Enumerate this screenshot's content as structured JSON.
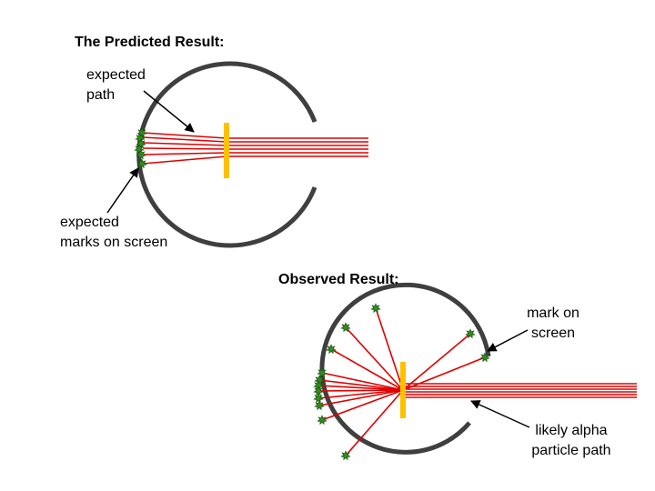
{
  "predicted": {
    "title": "The Predicted Result:",
    "expected_path": [
      "expected",
      "path"
    ],
    "expected_marks": [
      "expected",
      "marks on screen"
    ]
  },
  "observed": {
    "title": "Observed Result:",
    "mark_on_screen": [
      "mark on",
      "screen"
    ],
    "likely_path": [
      "likely alpha",
      "particle path"
    ]
  },
  "colors": {
    "screen": "#3f3f3f",
    "beam": "#e00000",
    "foil": "#ffc000",
    "mark": "#2e8b1e",
    "arrow": "#000000"
  }
}
